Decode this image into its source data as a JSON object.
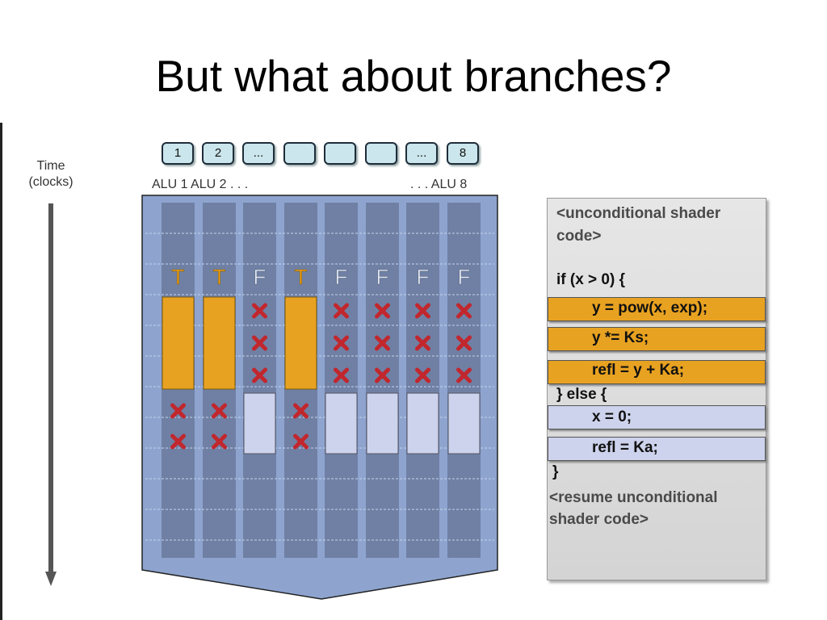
{
  "title": "But what about branches?",
  "time_label": [
    "Time",
    "(clocks)"
  ],
  "alu_boxes": [
    "1",
    "2",
    "...",
    "",
    "",
    "",
    "...",
    "8"
  ],
  "alu_labels": {
    "left": "ALU 1 ALU 2   . . .",
    "right": ". . .  ALU 8"
  },
  "conditions": [
    "T",
    "T",
    "F",
    "T",
    "F",
    "F",
    "F",
    "F"
  ],
  "colors": {
    "true_branch": "#e8a221",
    "false_branch": "#cdd3ec",
    "grid": "#8ea4cf",
    "cell": "#6f80a4",
    "masked": "#c1272d"
  },
  "code": {
    "line1": "<unconditional shader",
    "line2": "code>",
    "if_line": "if (x > 0) {",
    "t1": "y = pow(x, exp);",
    "t2": "y *= Ks;",
    "t3": "refl = y + Ka;",
    "else_line": "} else {",
    "f1": "x = 0;",
    "f2": "refl = Ka;",
    "close": "}",
    "resume1": "<resume unconditional",
    "resume2": "shader code>"
  }
}
